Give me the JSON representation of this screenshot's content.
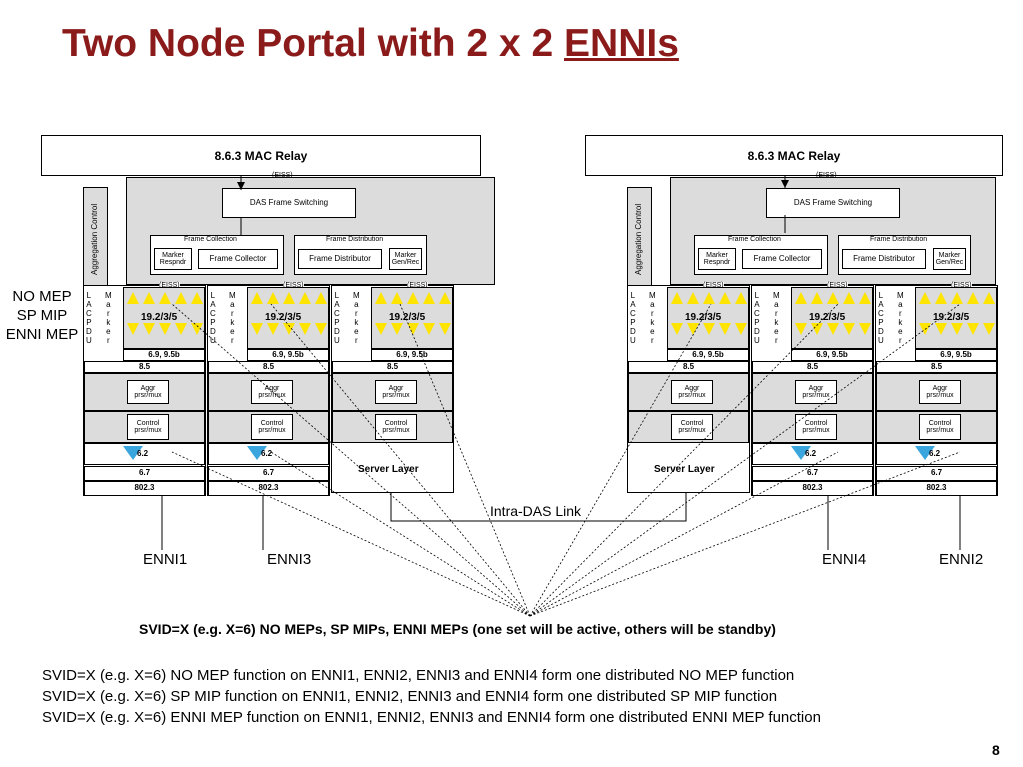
{
  "slide": {
    "title_main": "Two Node Portal with 2 x 2 ",
    "title_link": "ENNIs",
    "page_number": "8"
  },
  "diagram": {
    "mac_relay": "8.6.3 MAC Relay",
    "eiss": "(EISS)",
    "das_switching": "DAS Frame Switching",
    "aggregation_control": "Aggregation Control",
    "frame_collection": "Frame Collection",
    "frame_distribution": "Frame Distribution",
    "marker_respndr": "Marker Respndr",
    "frame_collector": "Frame Collector",
    "frame_distributor": "Frame Distributor",
    "marker_genrec": "Marker Gen/Rec",
    "lacpdu": "LACPDU",
    "marker": "Marker",
    "port_label": "19.2/3/5",
    "clause_69": "6.9, 9.5b",
    "clause_85": "8.5",
    "aggr_mux": "Aggr prsr/mux",
    "control_mux": "Control prsr/mux",
    "clause_62": "6.2",
    "clause_67": "6.7",
    "clause_8023": "802.3",
    "server_layer": "Server Layer",
    "intra_das": "Intra-DAS Link",
    "side_note": [
      "NO MEP",
      "SP MIP",
      "ENNI MEP"
    ],
    "ennis": [
      "ENNI1",
      "ENNI3",
      "ENNI4",
      "ENNI2"
    ]
  },
  "caption": "SVID=X (e.g. X=6) NO MEPs, SP MIPs, ENNI MEPs (one set will be active, others will be standby)",
  "notes": [
    "SVID=X (e.g. X=6) NO MEP function on  ENNI1, ENNI2, ENNI3 and ENNI4 form one distributed NO MEP function",
    "SVID=X (e.g. X=6) SP MIP function on ENNI1, ENNI2, ENNI3 and ENNI4 form one distributed SP MIP function",
    "SVID=X (e.g. X=6) ENNI MEP function on ENNI1, ENNI2, ENNI3 and ENNI4 form one distributed ENNI MEP function"
  ],
  "colors": {
    "title": "#8b1a1a",
    "triangle_fill": "#ffe400",
    "marker_triangle": "#3aa6dd",
    "box_grey": "#dcdcdc"
  }
}
